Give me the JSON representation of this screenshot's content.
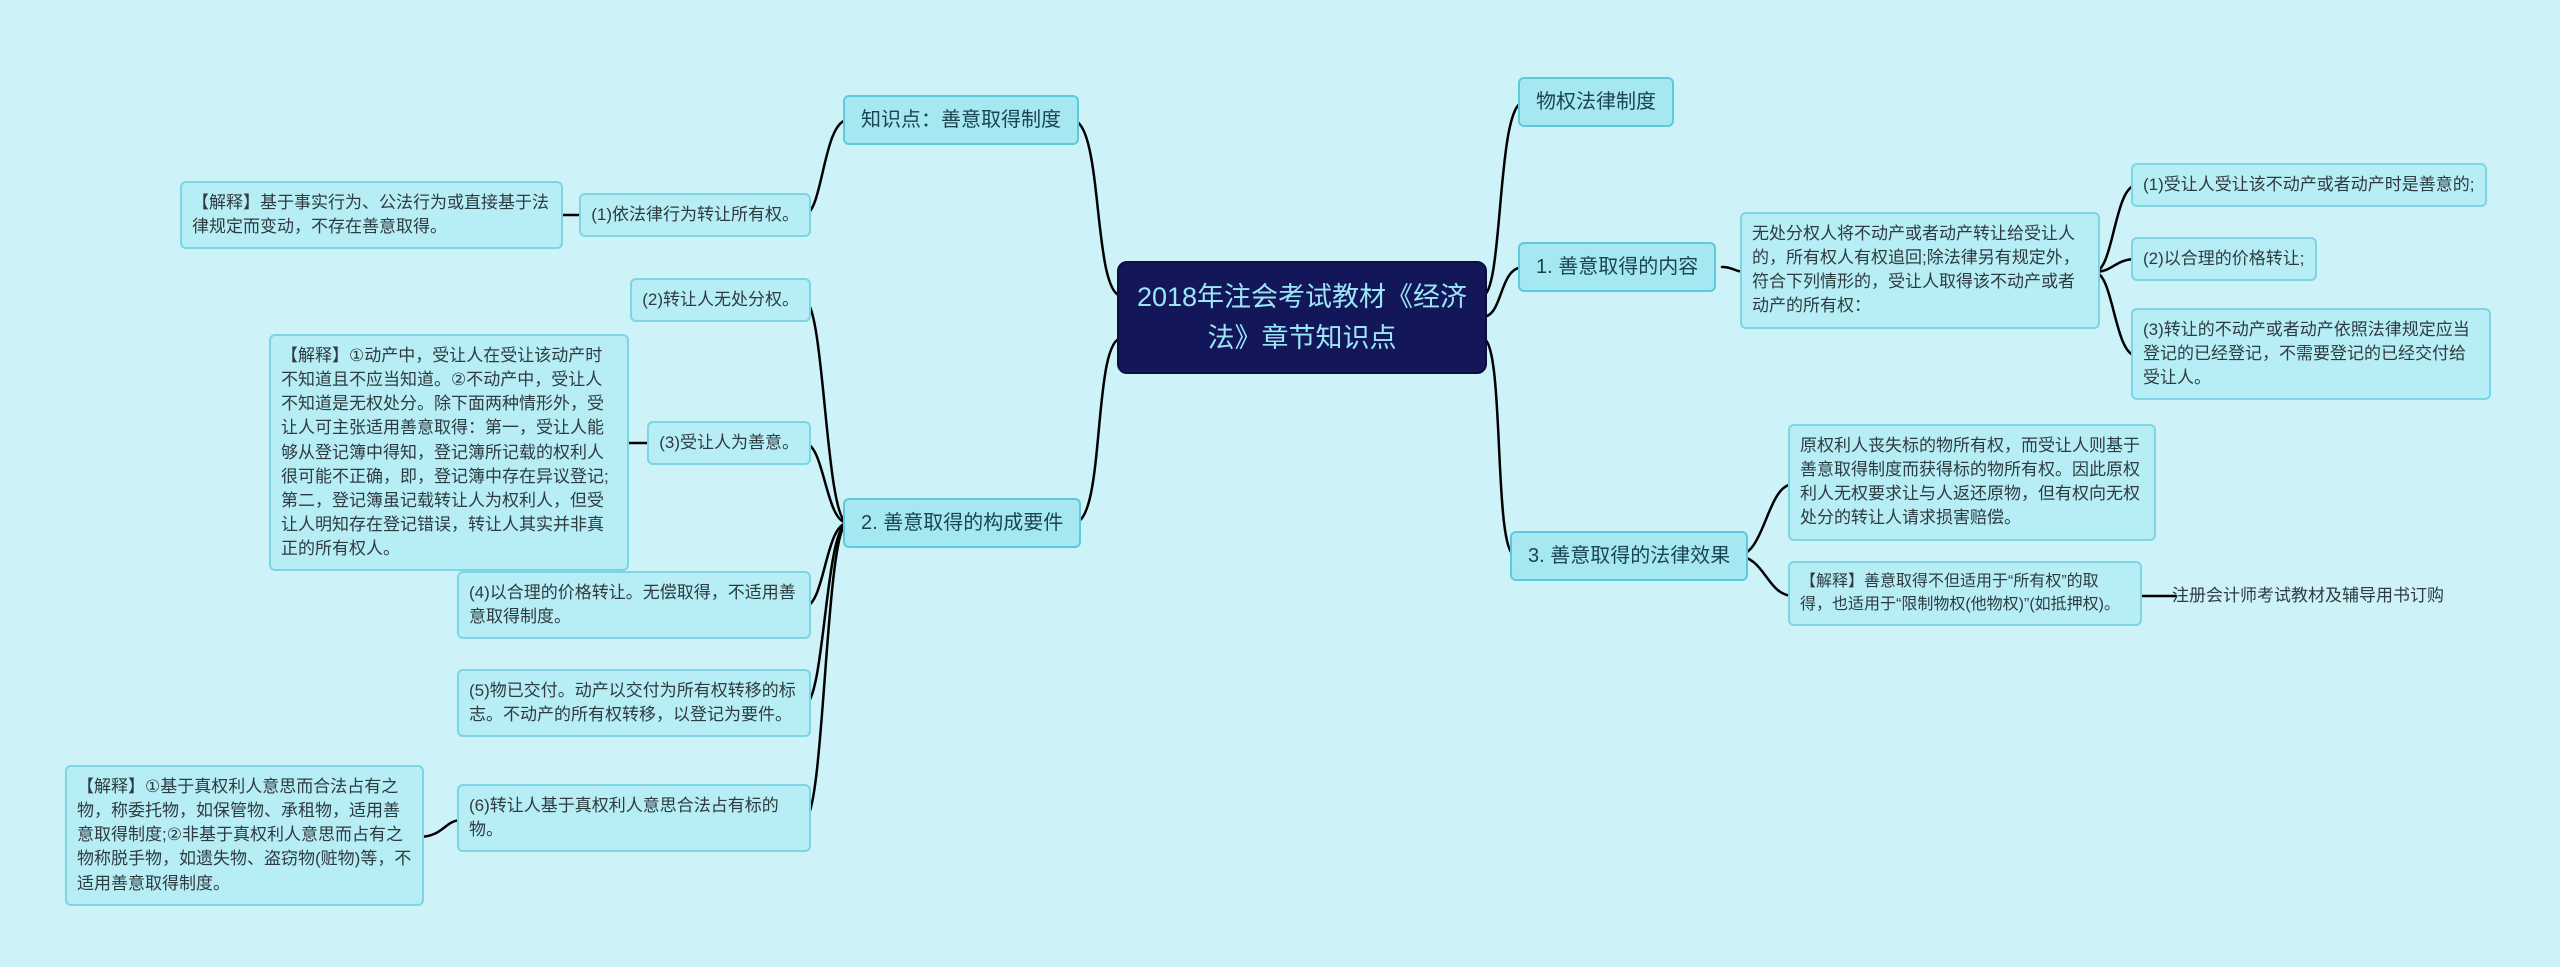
{
  "center": {
    "title": "2018年注会考试教材《经济法》章节知识点"
  },
  "left": {
    "topic1": {
      "label": "知识点：善意取得制度",
      "child1": "(1)依法律行为转让所有权。",
      "note1": "【解释】基于事实行为、公法行为或直接基于法律规定而变动，不存在善意取得。"
    },
    "topic2": {
      "label": "2. 善意取得的构成要件",
      "children": [
        "(2)转让人无处分权。",
        "(3)受让人为善意。",
        "(4)以合理的价格转让。无偿取得，不适用善意取得制度。",
        "(5)物已交付。动产以交付为所有权转移的标志。不动产的所有权转移，以登记为要件。",
        "(6)转让人基于真权利人意思合法占有标的物。"
      ],
      "note3": "【解释】①动产中，受让人在受让该动产时不知道且不应当知道。②不动产中，受让人不知道是无权处分。除下面两种情形外，受让人可主张适用善意取得：第一，受让人能够从登记簿中得知，登记簿所记载的权利人很可能不正确，即，登记簿中存在异议登记;第二，登记簿虽记载转让人为权利人，但受让人明知存在登记错误，转让人其实并非真正的所有权人。",
      "note6": "【解释】①基于真权利人意思而合法占有之物，称委托物，如保管物、承租物，适用善意取得制度;②非基于真权利人意思而占有之物称脱手物，如遗失物、盗窃物(赃物)等，不适用善意取得制度。"
    }
  },
  "right": {
    "topic0": {
      "label": "物权法律制度"
    },
    "topic1": {
      "label": "1. 善意取得的内容",
      "content": "无处分权人将不动产或者动产转让给受让人的，所有权人有权追回;除法律另有规定外，符合下列情形的，受让人取得该不动产或者动产的所有权：",
      "items": [
        "(1)受让人受让该不动产或者动产时是善意的;",
        "(2)以合理的价格转让;",
        "(3)转让的不动产或者动产依照法律规定应当登记的已经登记，不需要登记的已经交付给受让人。"
      ]
    },
    "topic3": {
      "label": "3. 善意取得的法律效果",
      "effect": "原权利人丧失标的物所有权，而受让人则基于善意取得制度而获得标的物所有权。因此原权利人无权要求让与人返还原物，但有权向无权处分的转让人请求损害赔偿。",
      "note": "【解释】善意取得不但适用于“所有权”的取得，也适用于“限制物权(他物权)”(如抵押权)。",
      "link": "注册会计师考试教材及辅导用书订购"
    }
  },
  "colors": {
    "background": "#cdf3f8",
    "node_fill": "#b7edf5",
    "node_border": "#7dd4e4",
    "topic_fill": "#a6e8f1",
    "topic_border": "#5ec9dc",
    "center_background": "#14165a",
    "center_text": "#9be6f6",
    "connector": "#000000"
  }
}
